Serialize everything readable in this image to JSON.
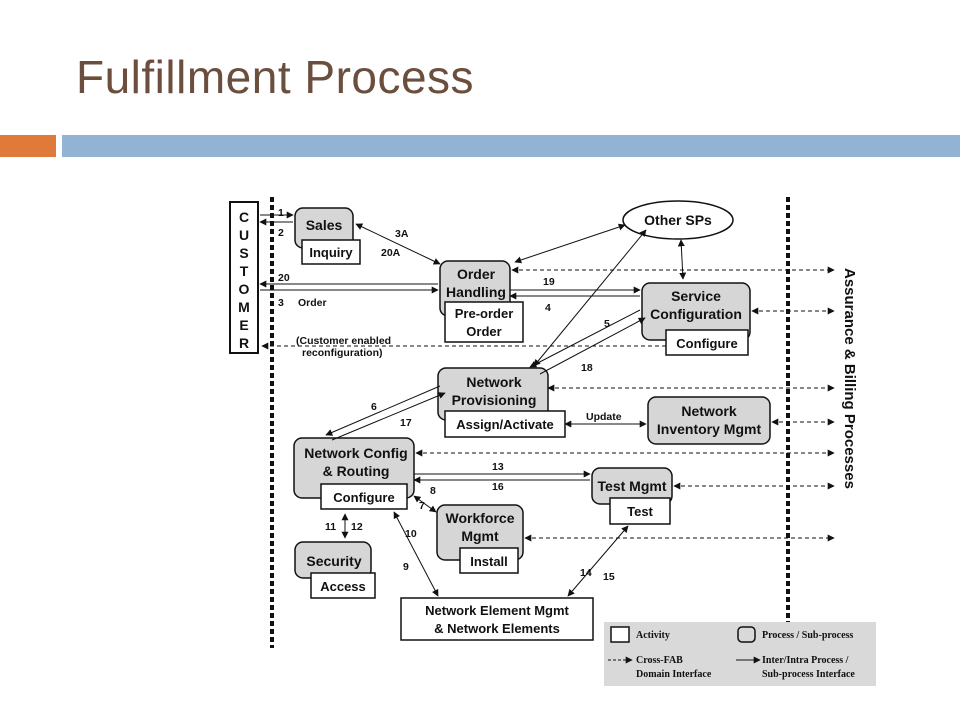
{
  "slide": {
    "title": "Fulfillment Process"
  },
  "diagram": {
    "customer_letters": [
      "C",
      "U",
      "S",
      "T",
      "O",
      "M",
      "E",
      "R"
    ],
    "processes": {
      "sales": "Sales",
      "inquiry": "Inquiry",
      "order_handling_1": "Order",
      "order_handling_2": "Handling",
      "pre_order_1": "Pre-order",
      "pre_order_2": "Order",
      "other_sps": "Other SPs",
      "service_config_1": "Service",
      "service_config_2": "Configuration",
      "configure_service": "Configure",
      "network_prov_1": "Network",
      "network_prov_2": "Provisioning",
      "assign_activate": "Assign/Activate",
      "network_inventory_1": "Network",
      "network_inventory_2": "Inventory Mgmt",
      "network_config_1": "Network Config",
      "network_config_2": "& Routing",
      "configure_network": "Configure",
      "test_mgmt": "Test Mgmt",
      "test": "Test",
      "workforce_1": "Workforce",
      "workforce_2": "Mgmt",
      "install": "Install",
      "security": "Security",
      "access": "Access",
      "nem_1": "Network Element Mgmt",
      "nem_2": "& Network Elements"
    },
    "labels": {
      "n1": "1",
      "n2": "2",
      "n3a": "3A",
      "n20a": "20A",
      "n20": "20",
      "n3": "3",
      "order": "Order",
      "n19": "19",
      "n4": "4",
      "n5": "5",
      "n18": "18",
      "customer_enabled_1": "(Customer enabled",
      "customer_enabled_2": "reconfiguration)",
      "n6": "6",
      "n17": "17",
      "update": "Update",
      "n13": "13",
      "n16": "16",
      "n8": "8",
      "n7": "7",
      "n11": "11",
      "n12": "12",
      "n10": "10",
      "n9": "9",
      "n14": "14",
      "n15": "15"
    },
    "side_label": "Assurance & Billing Processes",
    "legend": {
      "activity": "Activity",
      "process": "Process / Sub-process",
      "cross_fab_1": "Cross-FAB",
      "cross_fab_2": "Domain Interface",
      "inter_intra_1": "Inter/Intra Process /",
      "inter_intra_2": "Sub-process Interface"
    }
  }
}
